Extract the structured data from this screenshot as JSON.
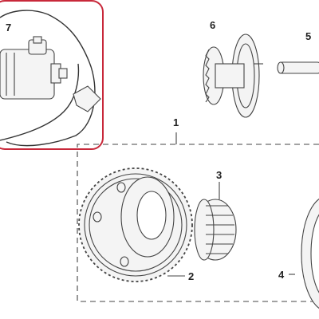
{
  "diagram": {
    "callouts": [
      "7",
      "6",
      "5",
      "1",
      "3",
      "2",
      "4"
    ],
    "colors": {
      "highlight_box": "#c8283a",
      "line_art": "#444444",
      "shading": "#f4f4f4",
      "background": "#ffffff"
    }
  }
}
